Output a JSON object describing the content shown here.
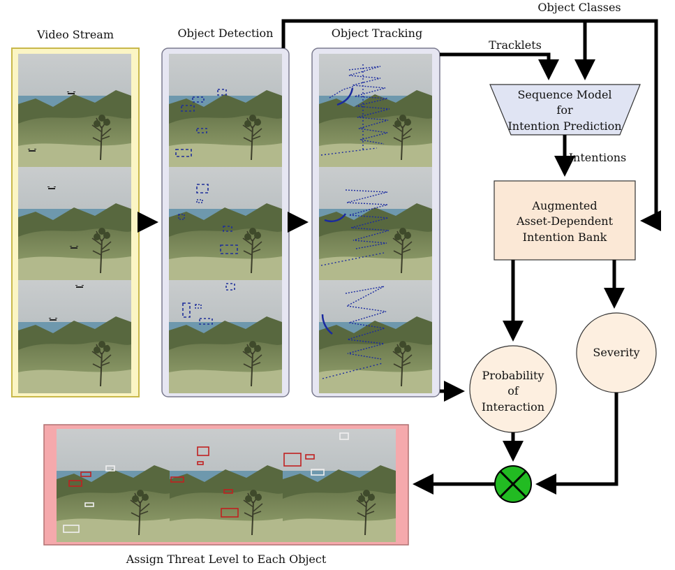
{
  "labels": {
    "video_stream": "Video Stream",
    "object_detection": "Object Detection",
    "object_tracking": "Object Tracking",
    "object_classes": "Object Classes",
    "tracklets": "Tracklets",
    "sequence_model": [
      "Sequence Model",
      "for",
      "Intention Prediction"
    ],
    "intentions": "Intentions",
    "intention_bank": [
      "Augmented",
      "Asset-Dependent",
      "Intention Bank"
    ],
    "severity": "Severity",
    "probability": [
      "Probability",
      "of",
      "Interaction"
    ],
    "output": "Assign Threat Level to Each Object"
  },
  "colors": {
    "video_panel_bg": "#fbf5c4",
    "video_panel_border": "#c8b84a",
    "stage_panel_bg": "#e6e6f2",
    "stage_panel_border": "#7a7a8e",
    "sequence_model_fill": "#e0e4f3",
    "intention_bank_fill": "#fbe8d6",
    "circle_fill": "#fdefe0",
    "output_panel_bg": "#f5a9ac",
    "output_panel_border": "#b07070",
    "multiply_node": "#22bb22",
    "detection_box": "#1f2f9a",
    "track_line": "#1a2a9f",
    "threat_box_high": "#c02020",
    "threat_box_low": "#f0f0f0",
    "arrow": "#000000"
  },
  "icons": {
    "multiply_node": "multiply-cross-icon",
    "drone": "drone-icon"
  }
}
